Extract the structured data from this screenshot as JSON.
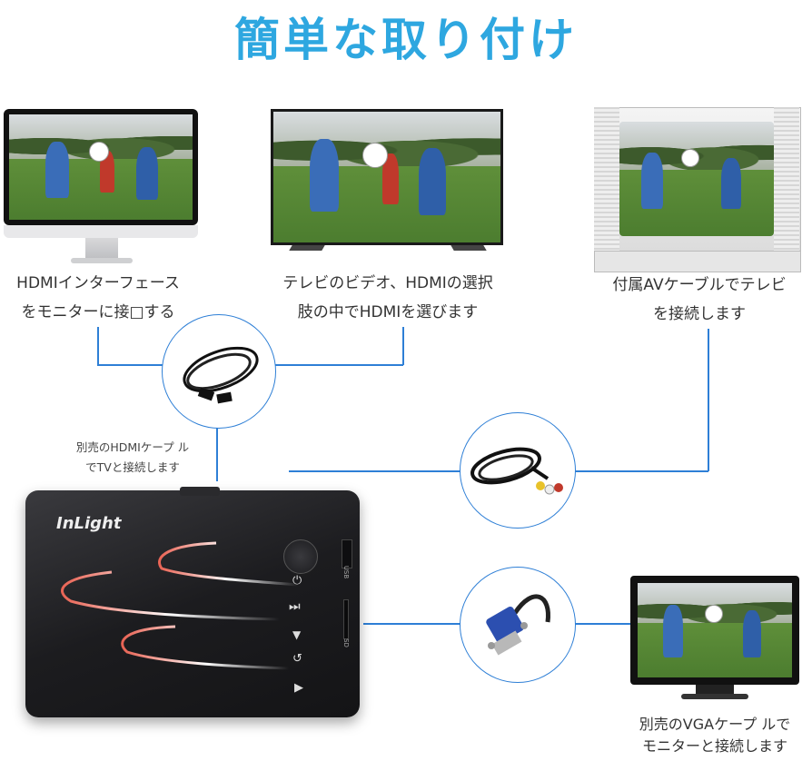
{
  "title": "簡単な取り付け",
  "captions": {
    "monitor_line1": "HDMIインターフェース",
    "monitor_line2": "をモニターに接□する",
    "tv_line1": "テレビのビデオ、HDMIの選択",
    "tv_line2": "肢の中でHDMIを選びます",
    "crt_line1": "付属AVケーブルでテレビ",
    "crt_line2": "を接続します",
    "hdmi_note_line1": "別売のHDMIケープ ル",
    "hdmi_note_line2": "でTVと接続します",
    "vga_line1": "別売のVGAケープ ルで",
    "vga_line2": "モニターと接続します"
  },
  "device": {
    "brand": "InLight",
    "usb_label": "USB",
    "sd_label": "SD"
  },
  "colors": {
    "title": "#2ea7e0",
    "lines": "#2e7fd6"
  }
}
